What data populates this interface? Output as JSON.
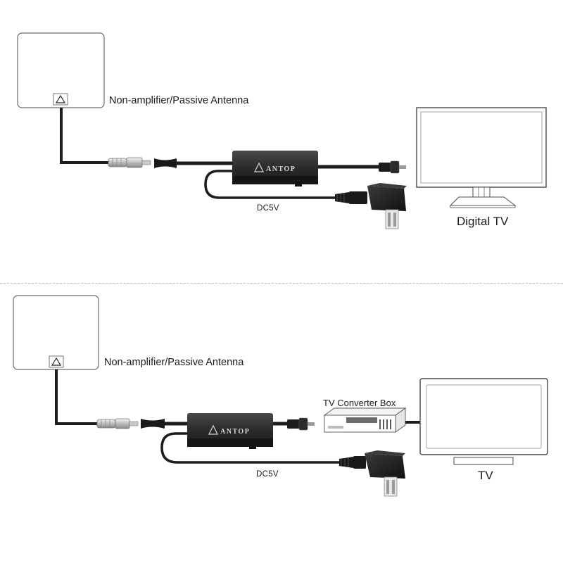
{
  "brand": "ANTOP",
  "top": {
    "antenna_label": "Non-amplifier/Passive Antenna",
    "power_label": "DC5V",
    "tv_label": "Digital TV"
  },
  "bottom": {
    "antenna_label": "Non-amplifier/Passive Antenna",
    "power_label": "DC5V",
    "converter_label": "TV Converter Box",
    "tv_label": "TV"
  },
  "colors": {
    "line": "#1c1c1c",
    "amp_body": "#2a2a2a",
    "antenna_border": "#6a6a6a",
    "divider": "#bdbdbd"
  }
}
